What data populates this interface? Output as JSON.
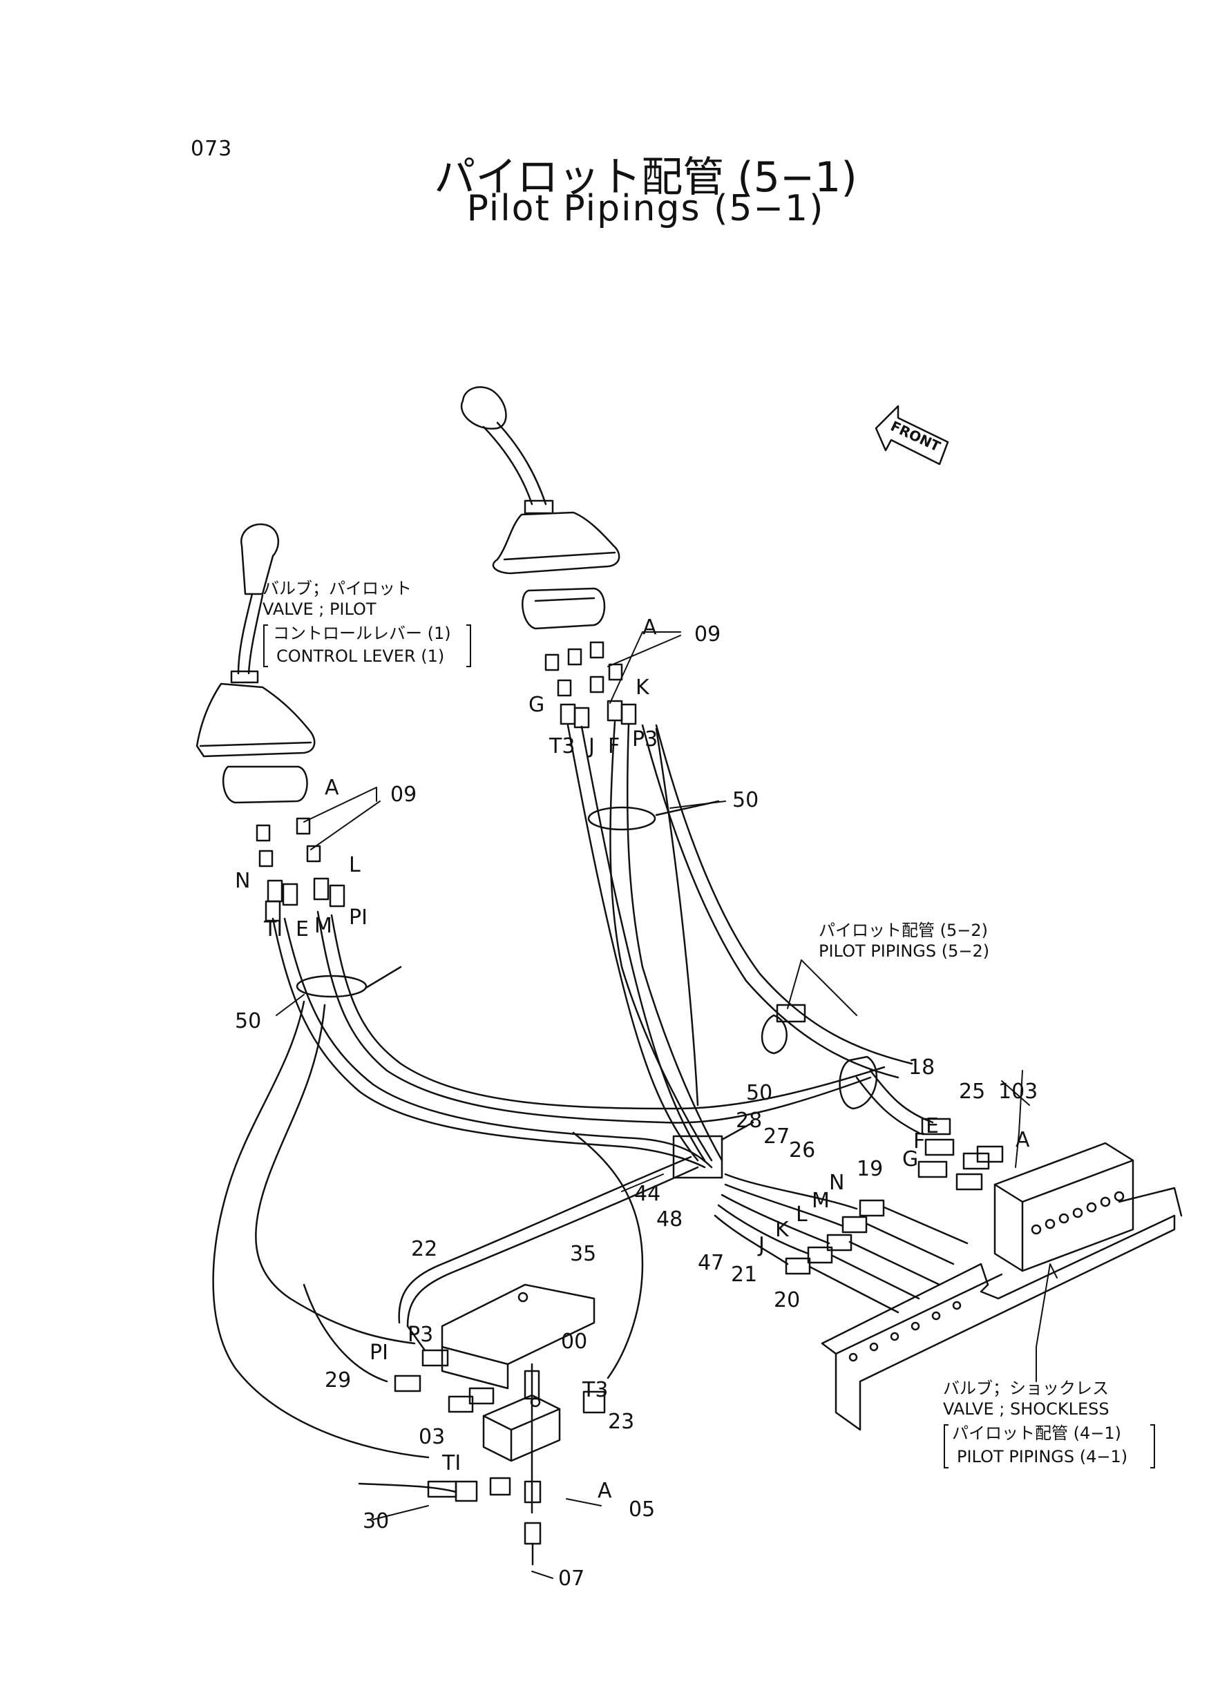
{
  "page_number": "073",
  "title_jp": "パイロット配管 (5−1)",
  "title_en": "Pilot Pipings (5−1)",
  "front_label": "FRONT",
  "notes": {
    "valve_pilot": {
      "jp": "バルブ；パイロット",
      "en": "VALVE ; PILOT",
      "sub_jp": "コントロールレバー (1)",
      "sub_en": "CONTROL LEVER (1)"
    },
    "pilot_pipings_5_2": {
      "jp": "パイロット配管 (5−2)",
      "en": "PILOT PIPINGS (5−2)"
    },
    "valve_shockless": {
      "jp": "バルブ；ショックレス",
      "en": "VALVE ; SHOCKLESS",
      "sub_jp": "パイロット配管 (4−1)",
      "sub_en": "PILOT PIPINGS (4−1)"
    }
  },
  "callouts": {
    "A_right_lever": "A",
    "n09_right": "09",
    "K": "K",
    "G_top": "G",
    "T3_top": "T3",
    "J_top": "J",
    "F_top": "F",
    "P3_top": "P3",
    "n50_top": "50",
    "A_left_lever": "A",
    "n09_left": "09",
    "N_left": "N",
    "L_left": "L",
    "T1_left": "TI",
    "E_left": "E",
    "M_left": "M",
    "P1_left": "PI",
    "n50_left": "50",
    "n50_mid": "50",
    "n28": "28",
    "n27": "27",
    "n26": "26",
    "N_mid": "N",
    "M_mid": "M",
    "L_mid": "L",
    "K_mid": "K",
    "J_mid": "J",
    "n44": "44",
    "n48": "48",
    "n47": "47",
    "n21": "21",
    "n20": "20",
    "n18": "18",
    "n25": "25",
    "n103": "103",
    "E_right": "E",
    "F_right": "F",
    "G_right": "G",
    "n19": "19",
    "A_right": "A",
    "n22": "22",
    "n35": "35",
    "P3_valve": "P3",
    "n00": "00",
    "n29": "29",
    "P1_valve": "PI",
    "T3_valve": "T3",
    "n23": "23",
    "n03": "03",
    "A_valve": "A",
    "n05": "05",
    "T1_valve": "TI",
    "n30": "30",
    "n07": "07"
  }
}
